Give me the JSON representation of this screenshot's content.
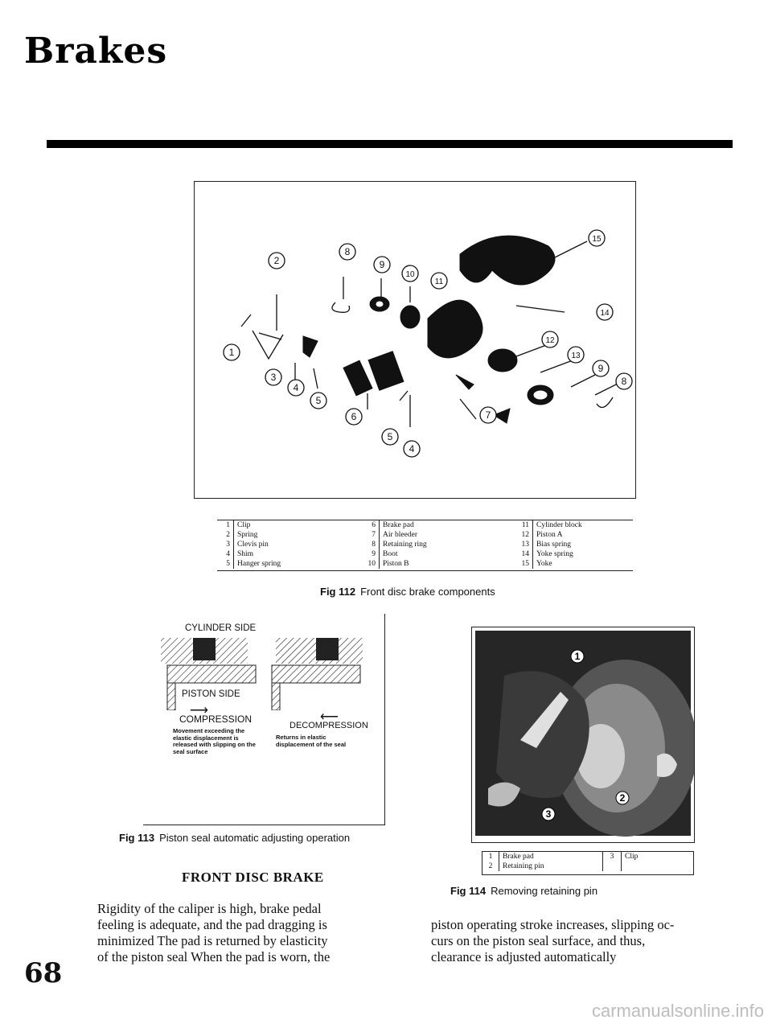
{
  "header": {
    "section_title": "Brakes"
  },
  "fig112": {
    "callouts": [
      "1",
      "2",
      "3",
      "4",
      "5",
      "6",
      "7",
      "8",
      "9",
      "10",
      "11",
      "12",
      "13",
      "14",
      "15"
    ],
    "legend": [
      {
        "n": "1",
        "t": "Clip"
      },
      {
        "n": "2",
        "t": "Spring"
      },
      {
        "n": "3",
        "t": "Clevis pin"
      },
      {
        "n": "4",
        "t": "Shim"
      },
      {
        "n": "5",
        "t": "Hanger spring"
      },
      {
        "n": "6",
        "t": "Brake pad"
      },
      {
        "n": "7",
        "t": "Air bleeder"
      },
      {
        "n": "8",
        "t": "Retaining ring"
      },
      {
        "n": "9",
        "t": "Boot"
      },
      {
        "n": "10",
        "t": "Piston B"
      },
      {
        "n": "11",
        "t": "Cylinder block"
      },
      {
        "n": "12",
        "t": "Piston A"
      },
      {
        "n": "13",
        "t": "Bias spring"
      },
      {
        "n": "14",
        "t": "Yoke spring"
      },
      {
        "n": "15",
        "t": "Yoke"
      }
    ],
    "caption_num": "Fig 112",
    "caption_text": "Front disc brake components"
  },
  "fig113": {
    "cylinder_side": "CYLINDER SIDE",
    "piston_side": "PISTON SIDE",
    "compression": "COMPRESSION",
    "compression_note": "Movement exceeding the elastic displacement is released with slipping on the seal surface",
    "decompression": "DECOMPRESSION",
    "decompression_note": "Returns in elastic displacement of the seal",
    "caption_num": "Fig 113",
    "caption_text": "Piston seal automatic adjusting operation"
  },
  "fig114": {
    "callouts": [
      "1",
      "2",
      "3"
    ],
    "legend": [
      {
        "n": "1",
        "t": "Brake pad"
      },
      {
        "n": "2",
        "t": "Retaining pin"
      },
      {
        "n": "3",
        "t": "Clip"
      }
    ],
    "caption_num": "Fig 114",
    "caption_text": "Removing retaining pin"
  },
  "text": {
    "heading": "FRONT DISC BRAKE",
    "left_lines": [
      "Rigidity of the caliper is high, brake pedal",
      "feeling is adequate, and the pad dragging is",
      "minimized The pad is returned by elasticity",
      "of the piston seal When the pad is worn, the"
    ],
    "right_lines": [
      "piston operating stroke increases, slipping oc-",
      "curs on the piston seal surface, and thus,",
      "clearance is adjusted automatically"
    ]
  },
  "footer": {
    "page_number": "68",
    "watermark": "carmanualsonline.info"
  }
}
